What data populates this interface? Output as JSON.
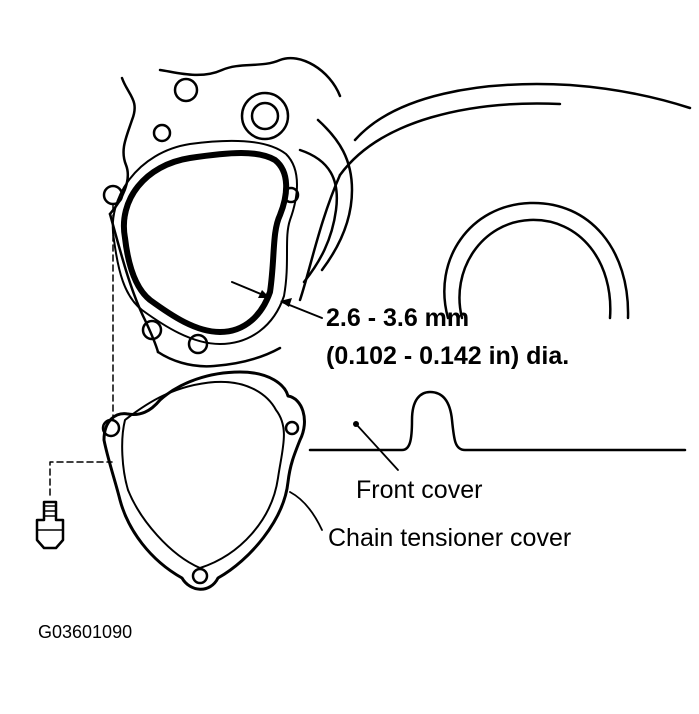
{
  "labels": {
    "bead_size_line1": "2.6 - 3.6 mm",
    "bead_size_line2": "(0.102 - 0.142 in) dia.",
    "front_cover": "Front cover",
    "chain_tensioner_cover": "Chain tensioner cover",
    "figure_code": "G03601090"
  }
}
